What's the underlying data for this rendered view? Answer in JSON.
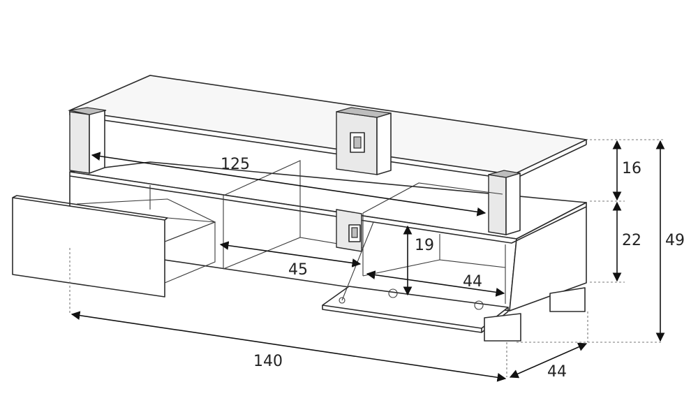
{
  "dimensions": {
    "total_width": "140",
    "total_depth": "44",
    "total_height": "49",
    "shelf_height": "16",
    "cabinet_height": "22",
    "glass_shelf_width": "125",
    "center_compartment_width": "45",
    "right_compartment_width": "44",
    "right_compartment_height": "19"
  }
}
